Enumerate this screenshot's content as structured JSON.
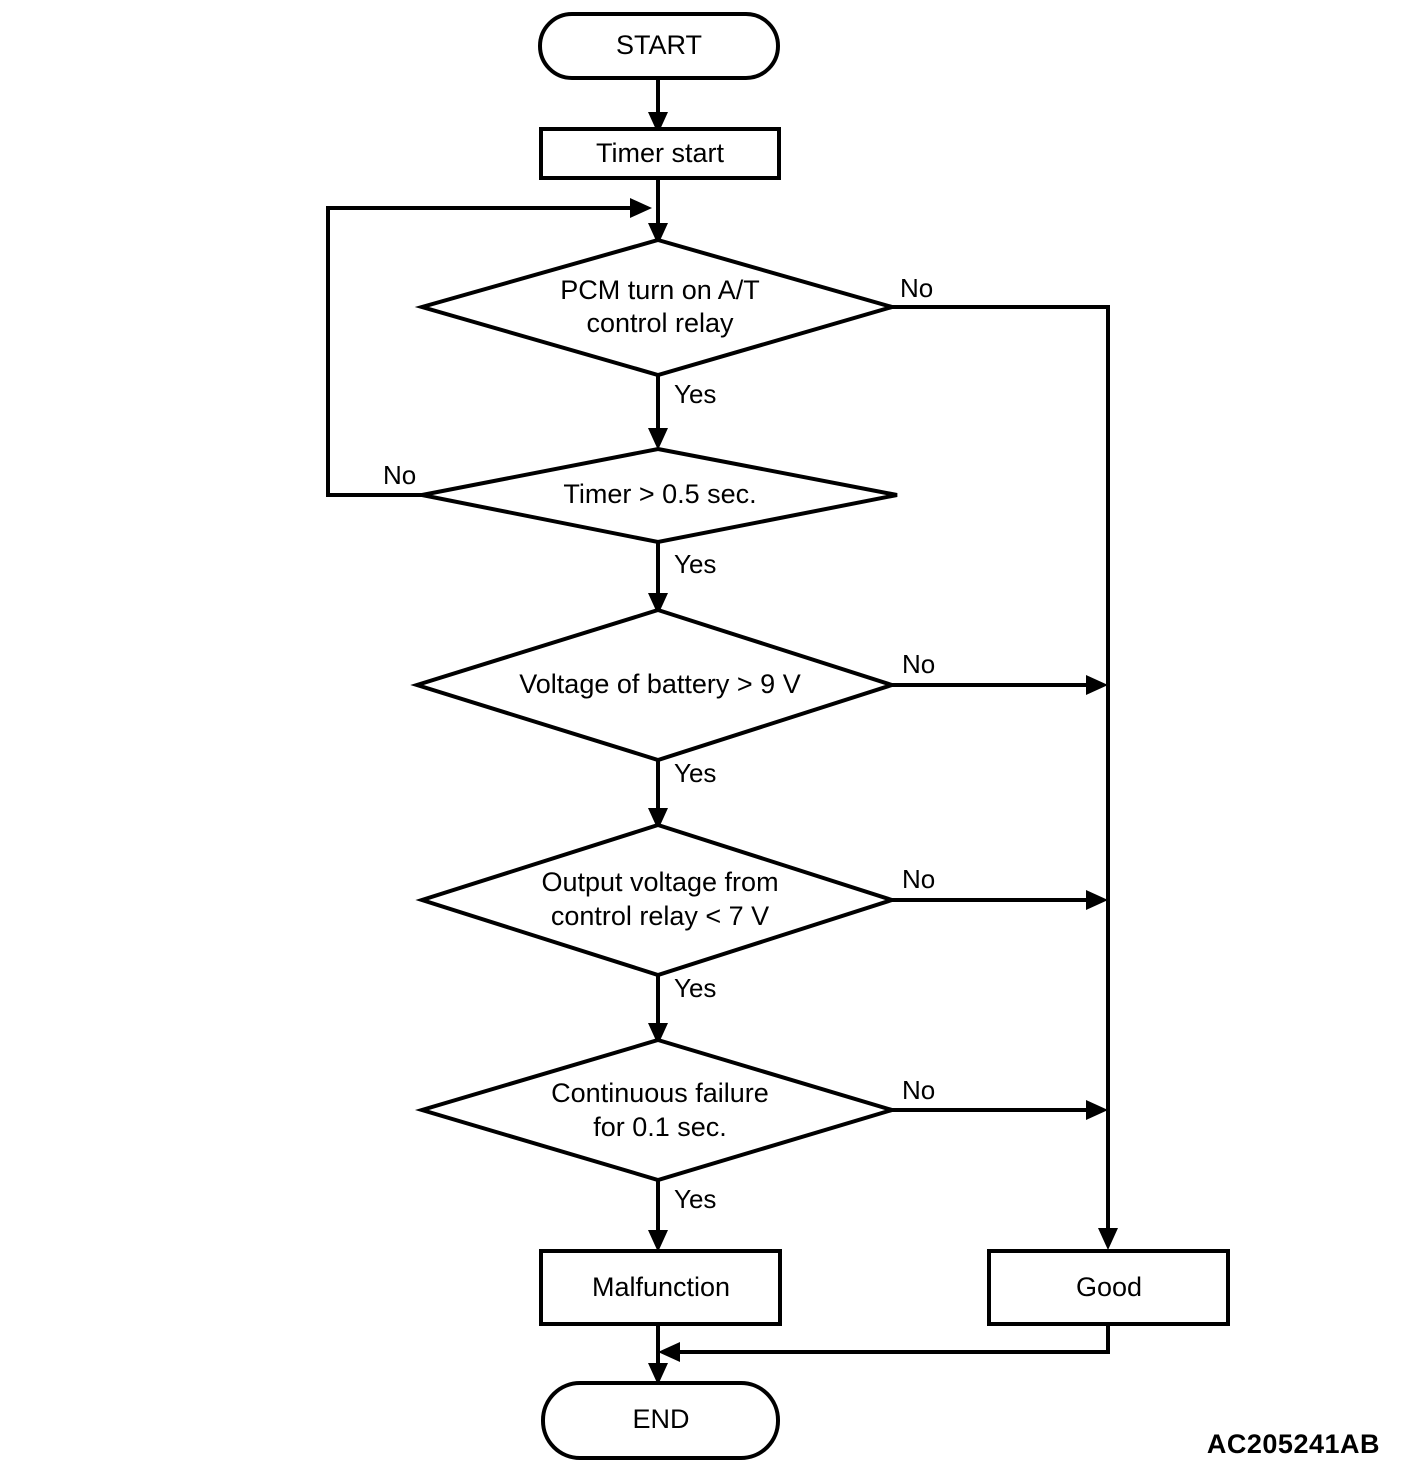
{
  "diagram": {
    "type": "flowchart",
    "reference_code": "AC205241AB",
    "colors": {
      "stroke": "#000000",
      "fill": "#ffffff",
      "text": "#000000"
    },
    "nodes": [
      {
        "id": "start",
        "shape": "terminator",
        "label": "START"
      },
      {
        "id": "timer_start",
        "shape": "process",
        "label": "Timer start"
      },
      {
        "id": "d1",
        "shape": "decision",
        "label_line1": "PCM turn on A/T",
        "label_line2": "control relay"
      },
      {
        "id": "d2",
        "shape": "decision",
        "label_line1": "Timer > 0.5 sec.",
        "label_line2": ""
      },
      {
        "id": "d3",
        "shape": "decision",
        "label_line1": "Voltage of battery > 9 V",
        "label_line2": ""
      },
      {
        "id": "d4",
        "shape": "decision",
        "label_line1": "Output voltage from",
        "label_line2": "control relay < 7 V"
      },
      {
        "id": "d5",
        "shape": "decision",
        "label_line1": "Continuous failure",
        "label_line2": "for 0.1 sec."
      },
      {
        "id": "malfunction",
        "shape": "process",
        "label": "Malfunction"
      },
      {
        "id": "good",
        "shape": "process",
        "label": "Good"
      },
      {
        "id": "end",
        "shape": "terminator",
        "label": "END"
      }
    ],
    "edge_labels": {
      "d1_no": "No",
      "d1_yes": "Yes",
      "d2_no": "No",
      "d2_yes": "Yes",
      "d3_no": "No",
      "d3_yes": "Yes",
      "d4_no": "No",
      "d4_yes": "Yes",
      "d5_no": "No",
      "d5_yes": "Yes"
    },
    "edges": [
      {
        "from": "start",
        "to": "timer_start",
        "label": ""
      },
      {
        "from": "timer_start",
        "to": "d1",
        "label": ""
      },
      {
        "from": "d1",
        "to": "d2",
        "label": "Yes"
      },
      {
        "from": "d1",
        "to": "good",
        "label": "No"
      },
      {
        "from": "d2",
        "to": "d1",
        "label": "No"
      },
      {
        "from": "d2",
        "to": "d3",
        "label": "Yes"
      },
      {
        "from": "d3",
        "to": "d4",
        "label": "Yes"
      },
      {
        "from": "d3",
        "to": "good",
        "label": "No"
      },
      {
        "from": "d4",
        "to": "d5",
        "label": "Yes"
      },
      {
        "from": "d4",
        "to": "good",
        "label": "No"
      },
      {
        "from": "d5",
        "to": "malfunction",
        "label": "Yes"
      },
      {
        "from": "d5",
        "to": "good",
        "label": "No"
      },
      {
        "from": "malfunction",
        "to": "end",
        "label": ""
      },
      {
        "from": "good",
        "to": "end",
        "label": ""
      }
    ]
  }
}
